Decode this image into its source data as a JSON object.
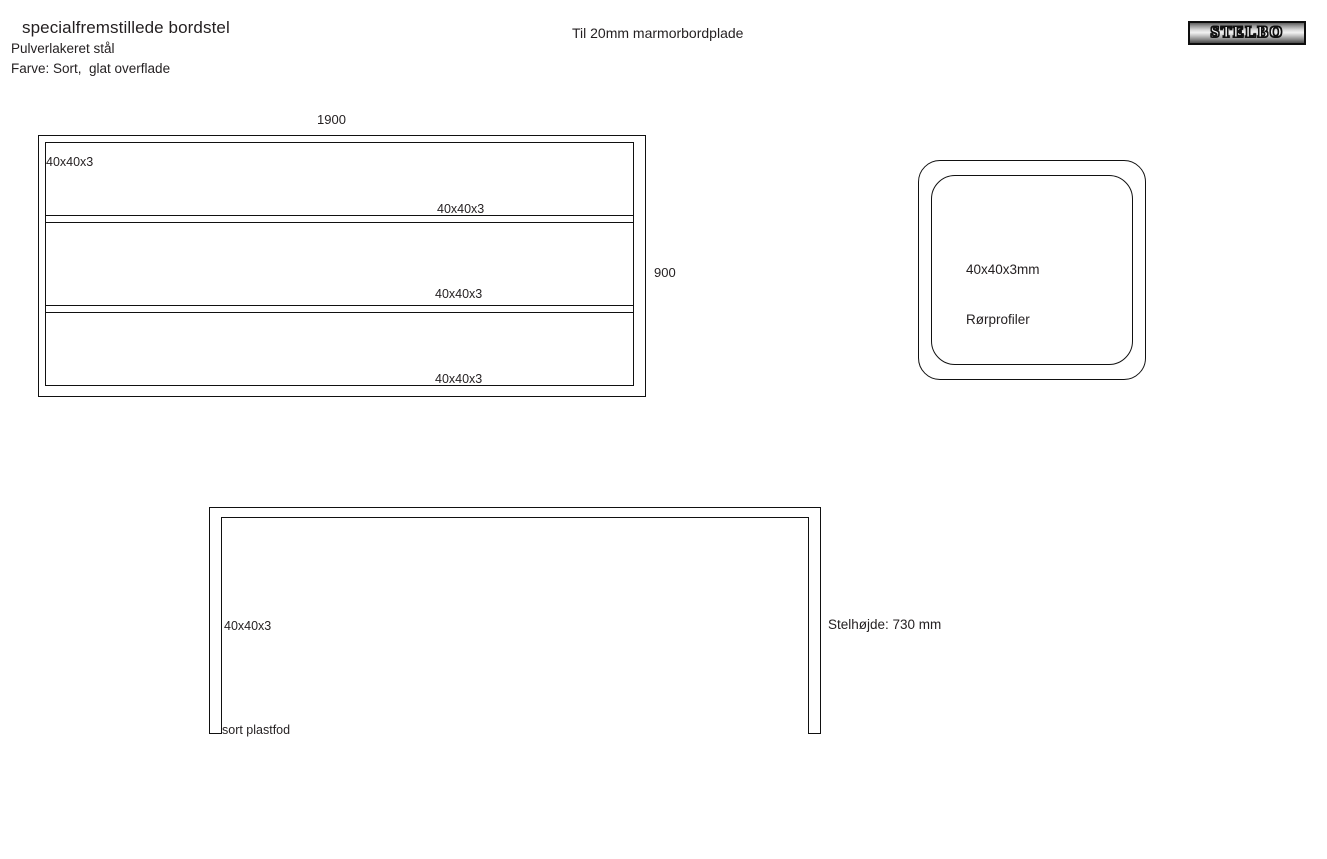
{
  "header": {
    "title": "specialfremstillede bordstel",
    "line2": "Pulverlakeret stål",
    "line3": "Farve: Sort,  glat overflade",
    "center_note": "Til 20mm marmorbordplade",
    "logo_text": "STELBO"
  },
  "plan_view": {
    "dim_width": "1900",
    "dim_height": "900",
    "labels": [
      "40x40x3",
      "40x40x3",
      "40x40x3",
      "40x40x3"
    ]
  },
  "tube_section": {
    "line1": "40x40x3mm",
    "line2": "Rørprofiler"
  },
  "elevation_view": {
    "profile_label": "40x40x3",
    "foot_label": "sort plastfod",
    "height_label": "Stelhøjde: 730 mm"
  },
  "colors": {
    "line": "#111111",
    "text": "#231f20",
    "background": "#ffffff"
  }
}
